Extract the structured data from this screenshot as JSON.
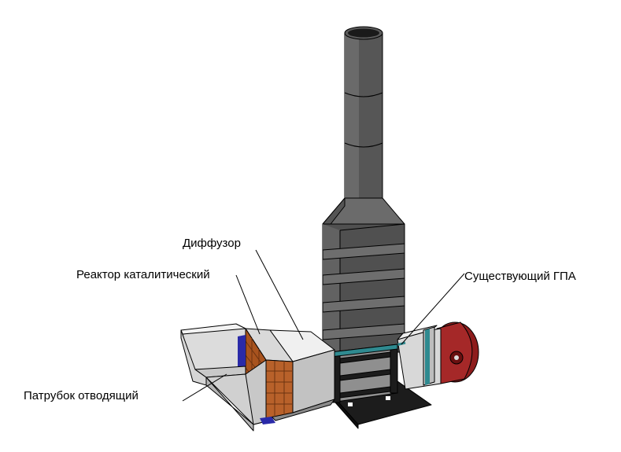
{
  "labels": {
    "diffuser": "Диффузор",
    "reactor": "Реактор каталитический",
    "existing_gpa": "Существующий ГПА",
    "outlet_pipe": "Патрубок отводящий"
  },
  "colors": {
    "stack_dark": "#4a4a4a",
    "stack_mid": "#626262",
    "stack_light": "#7a7a7a",
    "duct_light": "#e6e6e6",
    "duct_mid": "#c4c4c4",
    "duct_shadow": "#9b9b9b",
    "catalyst_brick": "#b8612a",
    "catalyst_brick_dark": "#8c4518",
    "gpa_red": "#8e1c1c",
    "gpa_red_light": "#b03030",
    "teal_band": "#2f8a90",
    "frame_black": "#1c1c1c",
    "inner_blue": "#2a2aa8"
  }
}
